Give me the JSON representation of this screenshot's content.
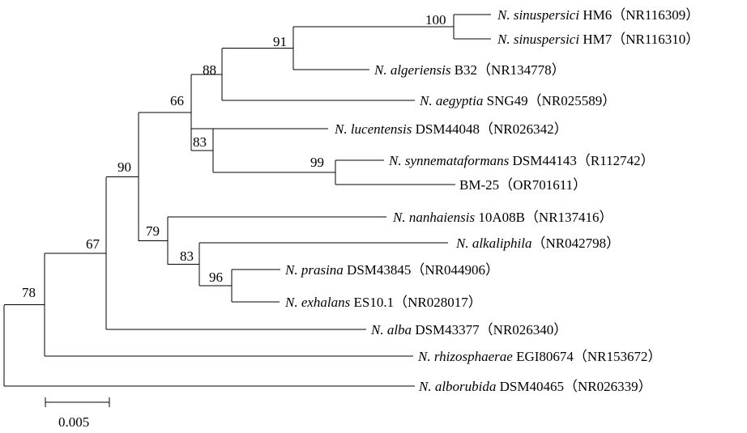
{
  "tree": {
    "taxa": [
      {
        "genus": "N. sinuspersici",
        "strain": "HM6",
        "accession": "（NR116309）"
      },
      {
        "genus": "N. sinuspersici",
        "strain": "HM7",
        "accession": "（NR116310）"
      },
      {
        "genus": "N. algeriensis",
        "strain": "B32",
        "accession": "（NR134778）"
      },
      {
        "genus": "N. aegyptia",
        "strain": "SNG49",
        "accession": "（NR025589）"
      },
      {
        "genus": "N. lucentensis",
        "strain": "DSM44048",
        "accession": "（NR026342）"
      },
      {
        "genus": "N. synnemataformans",
        "strain": "DSM44143",
        "accession": "（R112742）"
      },
      {
        "genus": "",
        "strain": "BM-25",
        "accession": "（OR701611）"
      },
      {
        "genus": "N. nanhaiensis",
        "strain": "10A08B",
        "accession": "（NR137416）"
      },
      {
        "genus": "N. alkaliphila",
        "strain": "",
        "accession": "（NR042798）"
      },
      {
        "genus": "N. prasina",
        "strain": "DSM43845",
        "accession": "（NR044906）"
      },
      {
        "genus": "N. exhalans",
        "strain": "ES10.1",
        "accession": "（NR028017）"
      },
      {
        "genus": "N. alba",
        "strain": "DSM43377",
        "accession": "（NR026340）"
      },
      {
        "genus": "N. rhizosphaerae",
        "strain": "EGI80674",
        "accession": "（NR153672）"
      },
      {
        "genus": "N. alborubida",
        "strain": "DSM40465",
        "accession": "（NR026339）"
      }
    ],
    "bootstrap": [
      "100",
      "91",
      "88",
      "66",
      "83",
      "99",
      "90",
      "79",
      "83",
      "96",
      "67",
      "78"
    ],
    "scale_bar": "0.005"
  }
}
